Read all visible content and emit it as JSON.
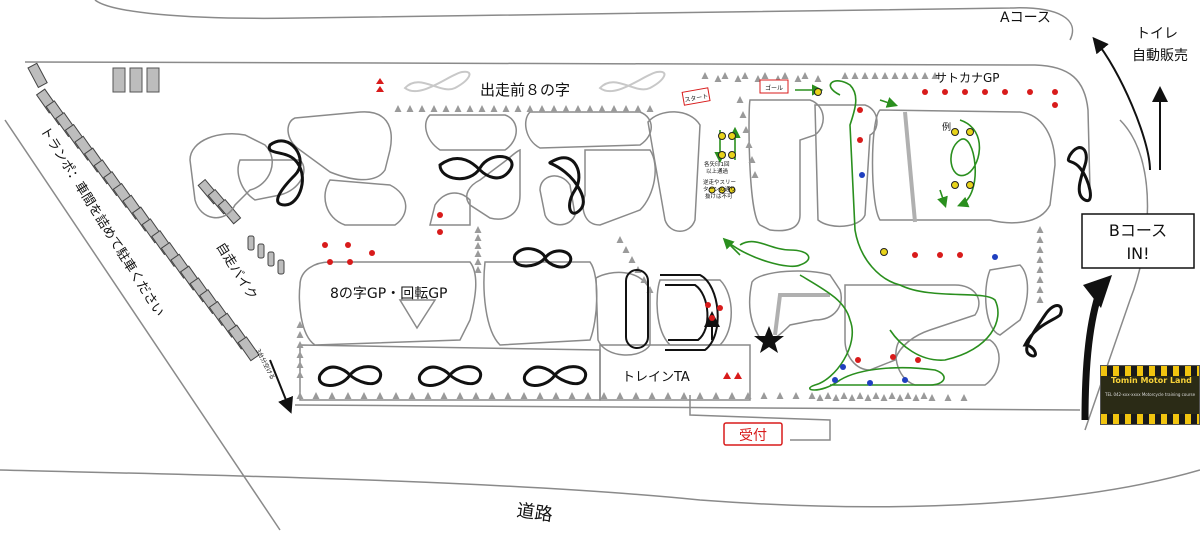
{
  "labels": {
    "a_course": "Aコース",
    "toilet": "トイレ",
    "vending": "自動販売",
    "b_course": "Bコース",
    "b_in": "IN!",
    "pre_run_eight": "出走前８の字",
    "sasakana_gp": "サトカナGP",
    "example": "例",
    "eight_rotation_gp": "8の字GP・回転GP",
    "self_drive_bike": "自走バイク",
    "transport_parking": "トランポ：車間を詰めて駐車ください",
    "keep_3m": "3台分空ける",
    "train_ta": "トレインTA",
    "reception": "受付",
    "road": "道路",
    "start": "スタート",
    "goal": "ゴール",
    "note_arrows": [
      "各矢印1回",
      "以上通過"
    ],
    "note_reverse": [
      "逆走やスリー",
      "ターンの通り",
      "抜けは不可"
    ]
  },
  "logo": {
    "title": "Tomin Motor Land",
    "subtitle": "TEL 042-xxx-xxxx  Motorcycle training course"
  },
  "colors": {
    "track_outline": "#8a8a8a",
    "route_green": "#2a8f1e",
    "cone_red": "#d81b1b",
    "cone_blue": "#1f3fbf",
    "cone_yellow": "#e8d31a"
  }
}
